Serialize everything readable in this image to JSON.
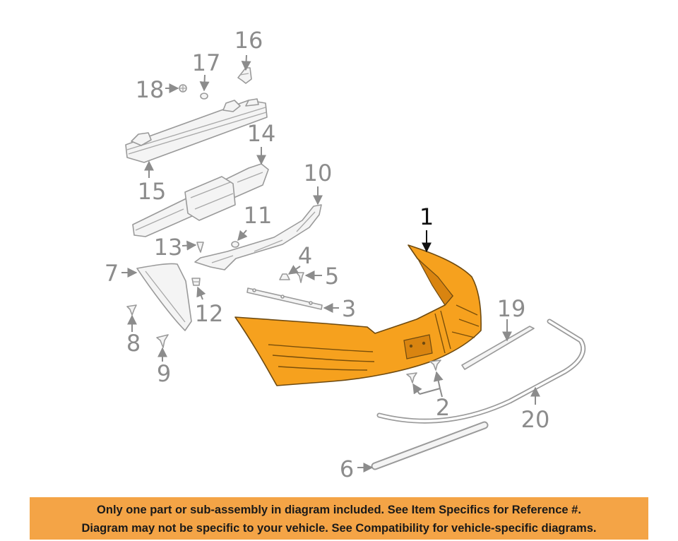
{
  "diagram": {
    "callouts": {
      "c1": "1",
      "c2": "2",
      "c3": "3",
      "c4": "4",
      "c5": "5",
      "c6": "6",
      "c7": "7",
      "c8": "8",
      "c9": "9",
      "c10": "10",
      "c11": "11",
      "c12": "12",
      "c13": "13",
      "c14": "14",
      "c15": "15",
      "c16": "16",
      "c17": "17",
      "c18": "18",
      "c19": "19",
      "c20": "20"
    },
    "highlighted_callout": "1"
  },
  "banner": {
    "line1": "Only one part or sub-assembly in diagram included. See Item Specifics for Reference #.",
    "line2": "Diagram may not be specific to your vehicle. See Compatibility for vehicle-specific diagrams."
  },
  "colors": {
    "highlight_part": "#F6A11E",
    "banner": "#F4A446",
    "callout_text": "#8c8c8c",
    "highlight_callout": "#111111"
  }
}
